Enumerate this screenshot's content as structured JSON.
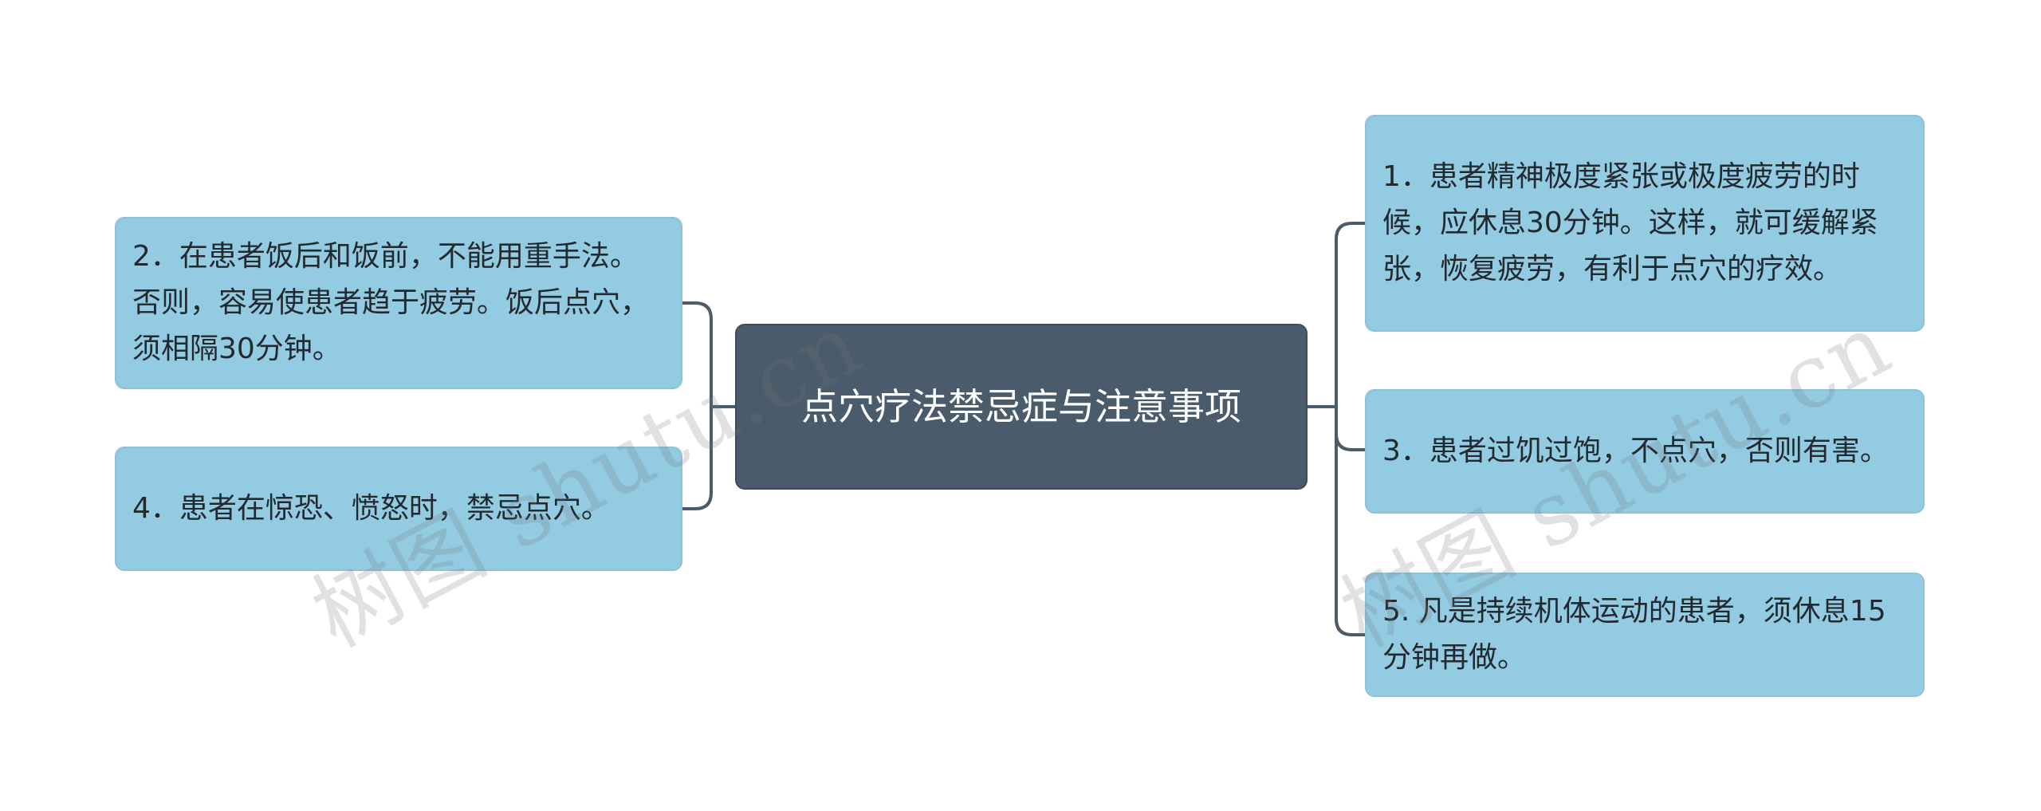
{
  "mindmap": {
    "root": {
      "label": "点穴疗法禁忌症与注意事项"
    },
    "left_branches": [
      {
        "label": "2．在患者饭后和饭前，不能用重手法。否则，容易使患者趋于疲劳。饭后点穴，须相隔30分钟。"
      },
      {
        "label": "4．患者在惊恐、愤怒时，禁忌点穴。"
      }
    ],
    "right_branches": [
      {
        "label": "1．患者精神极度紧张或极度疲劳的时候，应休息30分钟。这样，就可缓解紧张，恢复疲劳，有利于点穴的疗效。"
      },
      {
        "label": "3．患者过饥过饱，不点穴，否则有害。"
      },
      {
        "label": "5. 凡是持续机体运动的患者，须休息15分钟再做。"
      }
    ]
  },
  "watermarks": [
    {
      "text": "树图 shutu.cn"
    },
    {
      "text": "树图 shutu.cn"
    }
  ],
  "colors": {
    "root_bg": "#4a5b6b",
    "leaf_bg": "#93cbe3",
    "connector": "#4a5b6c"
  }
}
